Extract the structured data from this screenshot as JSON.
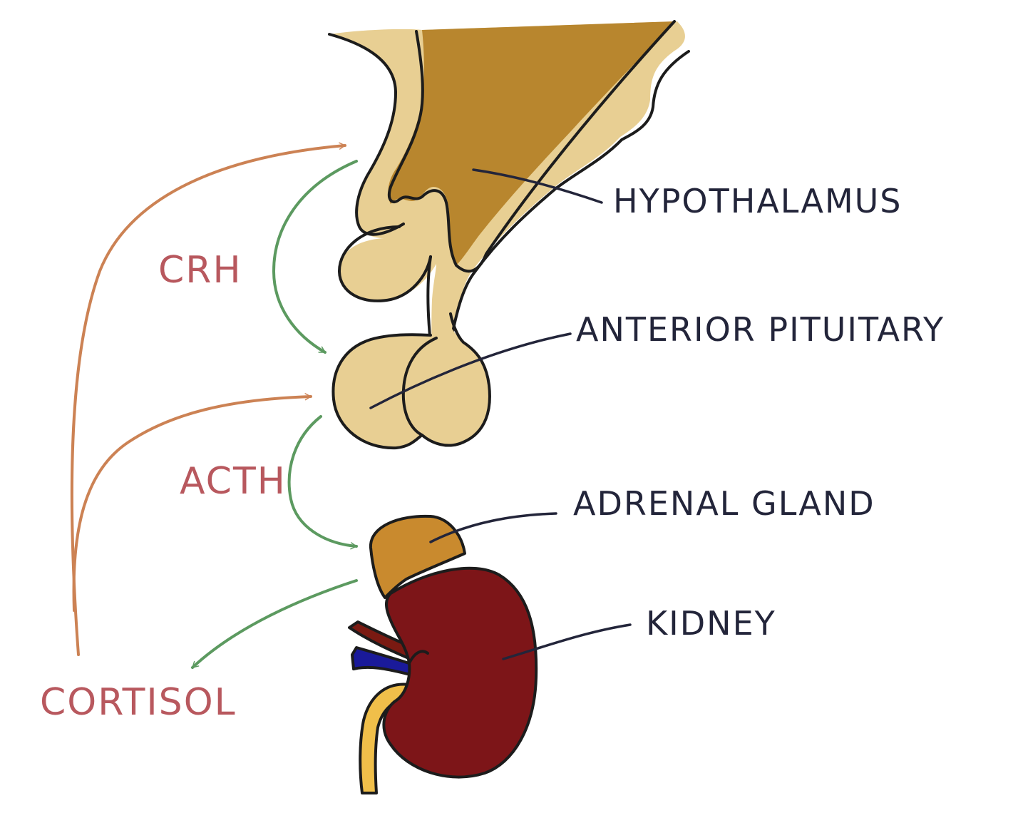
{
  "labels": {
    "hypothalamus": "HYPOTHALAMUS",
    "anterior_pituitary": "ANTERIOR PITUITARY",
    "adrenal_gland": "ADRENAL GLAND",
    "kidney": "KIDNEY"
  },
  "hormones": {
    "crh": "CRH",
    "acth": "ACTH",
    "cortisol": "CORTISOL"
  },
  "colors": {
    "brain_light": "#e8cf93",
    "hypothalamus": "#b8862e",
    "adrenal": "#c98a2e",
    "kidney": "#7d1518",
    "artery": "#7a1a12",
    "vein": "#1a1a9a",
    "ureter": "#f0bf4a",
    "stimulation_arrow": "#5c9a60",
    "feedback_arrow": "#cc8254",
    "hormone_text": "#b8585e",
    "label_text": "#23253a"
  }
}
